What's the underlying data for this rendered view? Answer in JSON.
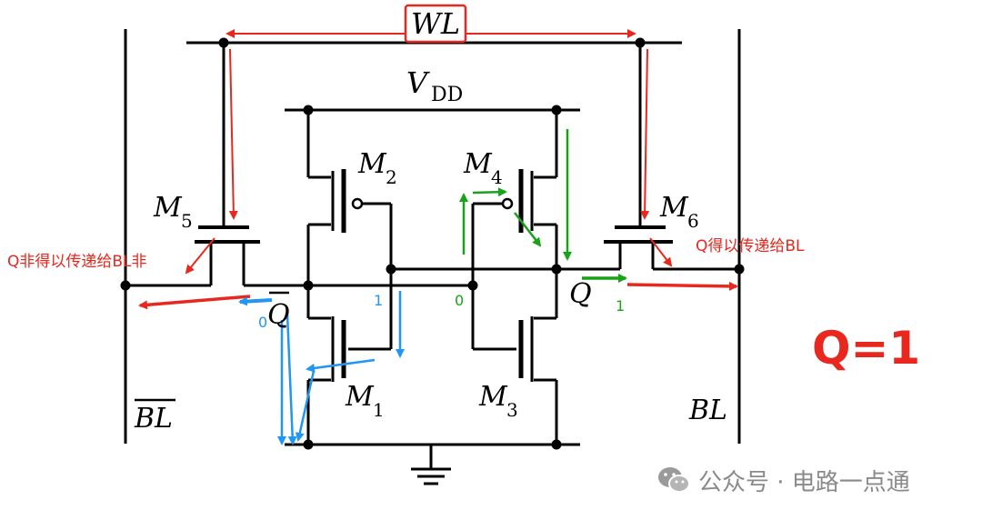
{
  "labels": {
    "wl": "WL",
    "vdd": "V",
    "vdd_sub": "DD",
    "m1": "M",
    "m1_sub": "1",
    "m2": "M",
    "m2_sub": "2",
    "m3": "M",
    "m3_sub": "3",
    "m4": "M",
    "m4_sub": "4",
    "m5": "M",
    "m5_sub": "5",
    "m6": "M",
    "m6_sub": "6",
    "q": "Q",
    "qbar": "Q",
    "bl": "BL",
    "blbar": "BL"
  },
  "annotations": {
    "q_transfer": "Q得以传递给BL",
    "qbar_transfer": "Q非得以传递给BL非",
    "state": "Q=1",
    "bit_qbar_left": "0",
    "bit_qbar_right": "1",
    "bit_q_left": "0",
    "bit_q_right": "1"
  },
  "watermark": {
    "icon": "wechat-icon",
    "text": "公众号 · 电路一点通"
  },
  "colors": {
    "wire": "#000000",
    "red": "#e8281e",
    "green": "#1aa31a",
    "blue": "#2196f3",
    "state": "#e8281e",
    "watermark": "#8a8a8a"
  }
}
